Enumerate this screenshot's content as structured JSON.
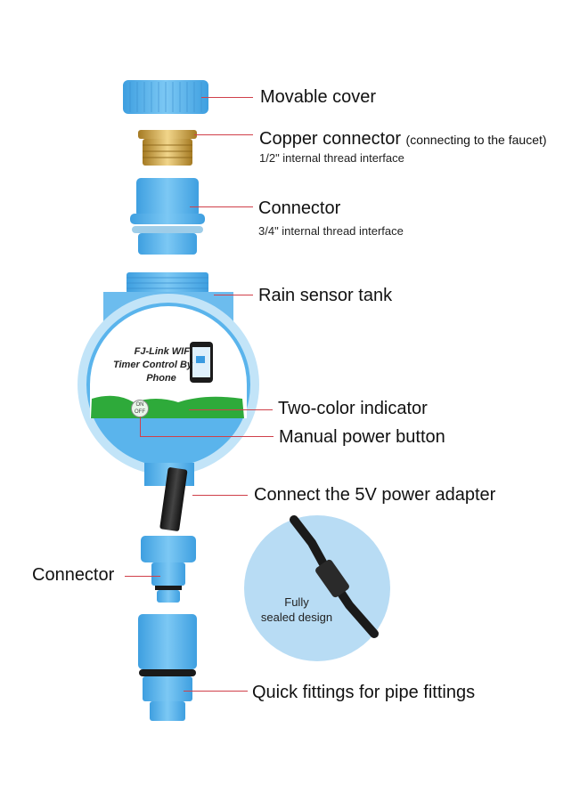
{
  "labels": {
    "movable_cover": "Movable cover",
    "copper_connector": "Copper connector",
    "copper_connector_note": "(connecting to the faucet)",
    "copper_thread": "1/2\" internal thread interface",
    "connector_top": "Connector",
    "connector_thread": "3/4\" internal thread interface",
    "rain_sensor": "Rain sensor tank",
    "two_color": "Two-color indicator",
    "manual_power": "Manual power button",
    "power_adapter": "Connect the 5V power adapter",
    "connector_bottom": "Connector",
    "quick_fittings": "Quick fittings for pipe fittings"
  },
  "device_face": {
    "line1": "FJ-Link WIFI",
    "line2": "Timer Control By",
    "line3": "Phone",
    "on_label": "ON",
    "off_label": "OFF"
  },
  "inset": {
    "line1": "Fully",
    "line2": "sealed design"
  },
  "colors": {
    "plastic_blue": "#5ab4ec",
    "leader_line": "#d0404a",
    "grass_green": "#2eaa3a",
    "inset_bg": "#b8dcf4",
    "brass": "#c9a24a"
  }
}
